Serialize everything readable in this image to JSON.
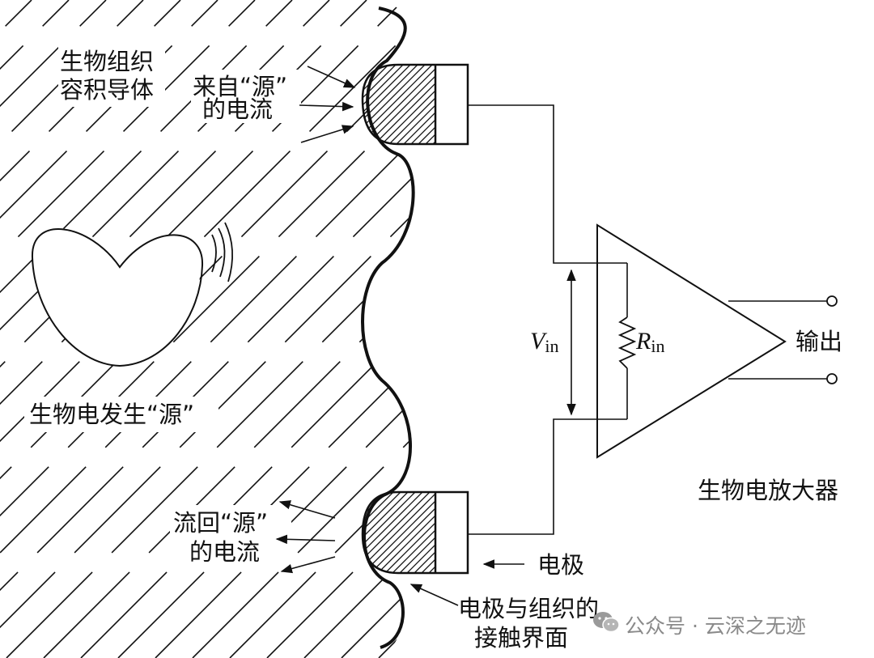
{
  "labels": {
    "tissue_line1": "生物组织",
    "tissue_line2": "容积导体",
    "source_current_line1": "来自“源”",
    "source_current_line2": "的电流",
    "bio_source": "生物电发生“源”",
    "return_current_line1": "流回“源”",
    "return_current_line2": "的电流",
    "electrode": "电极",
    "interface_line1": "电极与组织的",
    "interface_line2": "接触界面",
    "amplifier": "生物电放大器",
    "output": "输出"
  },
  "math": {
    "v_symbol": "V",
    "v_sub": "in",
    "r_symbol": "R",
    "r_sub": "in"
  },
  "watermark": {
    "text": "公众号 · 云深之无迹"
  },
  "colors": {
    "ink": "#111111",
    "background": "#ffffff",
    "watermark": "#8a8a8a"
  }
}
